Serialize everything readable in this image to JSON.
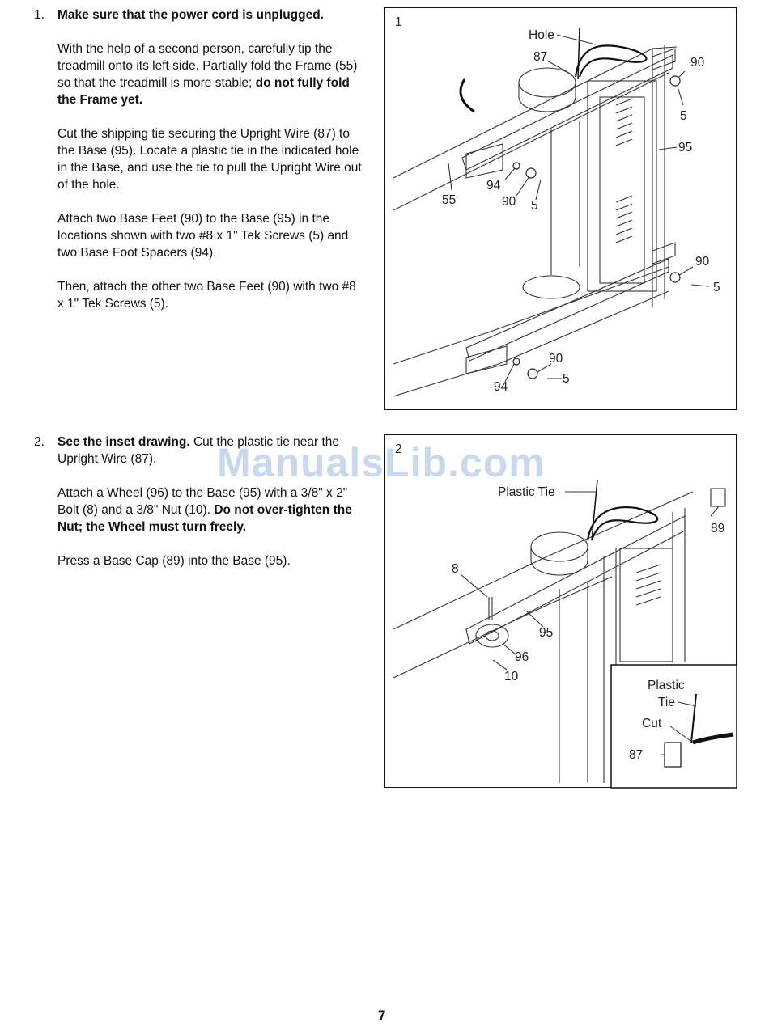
{
  "step1": {
    "number": "1.",
    "heading": "Make sure that the power cord is unplugged.",
    "p1_text": "With the help of a second person, carefully tip the treadmill onto its left side. Partially fold the Frame (55) so that the treadmill is more stable;",
    "p1_bold": "do not fully fold the Frame yet.",
    "p2": "Cut the shipping tie securing the Upright Wire (87) to the Base (95). Locate a plastic tie in the indicated hole in the Base, and use the tie to pull the Upright Wire out of the hole.",
    "p3": "Attach two Base Feet (90) to the Base (95) in the locations shown with two #8 x 1\" Tek Screws (5) and two Base Foot Spacers (94).",
    "p4": "Then, attach the other two Base Feet (90) with two #8 x 1\" Tek Screws (5)."
  },
  "step2": {
    "number": "2.",
    "p1_bold": "See the inset drawing.",
    "p1_text": " Cut the plastic tie near the Upright Wire (87).",
    "p2_text": "Attach a Wheel (96) to the Base (95) with a 3/8\" x 2\" Bolt (8) and a 3/8\" Nut (10). ",
    "p2_bold": "Do not over-tighten the Nut; the Wheel must turn freely.",
    "p3": "Press a Base Cap (89) into the Base (95)."
  },
  "figure1": {
    "number": "1",
    "labels": {
      "hole": "Hole",
      "n87": "87",
      "n90a": "90",
      "n5a": "5",
      "n95": "95",
      "n55": "55",
      "n94a": "94",
      "n90b": "90",
      "n5b": "5",
      "n90c": "90",
      "n5c": "5",
      "n90d": "90",
      "n94b": "94",
      "n5d": "5"
    }
  },
  "figure2": {
    "number": "2",
    "labels": {
      "plastic_tie": "Plastic Tie",
      "n89": "89",
      "n8": "8",
      "n95": "95",
      "n96": "96",
      "n10": "10"
    },
    "inset": {
      "plastic": "Plastic",
      "tie": "Tie",
      "cut": "Cut",
      "n87": "87"
    }
  },
  "watermark": "ManualsLib.com",
  "page_number": "7"
}
